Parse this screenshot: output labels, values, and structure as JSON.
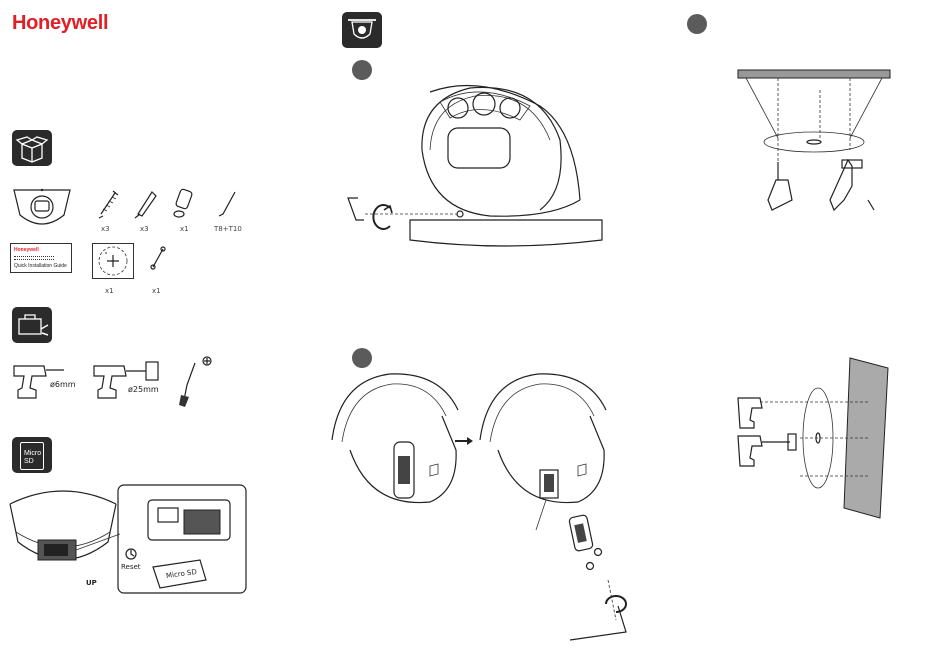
{
  "brand": "Honeywell",
  "sections": {
    "box_icon": "box-icon",
    "tools_icon": "toolbox-icon",
    "sd_icon_text": "Micro SD",
    "mount_icon": "ceiling-mount-icon"
  },
  "package": {
    "screw_qty": "x3",
    "anchor_qty": "x3",
    "connector_qty": "x1",
    "wrench_qty": "T8+T10",
    "template_qty": "x1",
    "cable_qty": "x1",
    "guide_brand": "Honeywell",
    "guide_title": "Quick Installation Guide"
  },
  "tools": {
    "drill_small": "ø6mm",
    "drill_large": "ø25mm"
  },
  "sd_detail": {
    "reset_label": "Reset",
    "card_label": "Micro SD",
    "slot_text": "Micro SD",
    "up_label": "UP"
  },
  "colors": {
    "brand_red": "#e21f26",
    "icon_bg": "#2b2b2b",
    "step_circle": "#5b5b5b"
  }
}
